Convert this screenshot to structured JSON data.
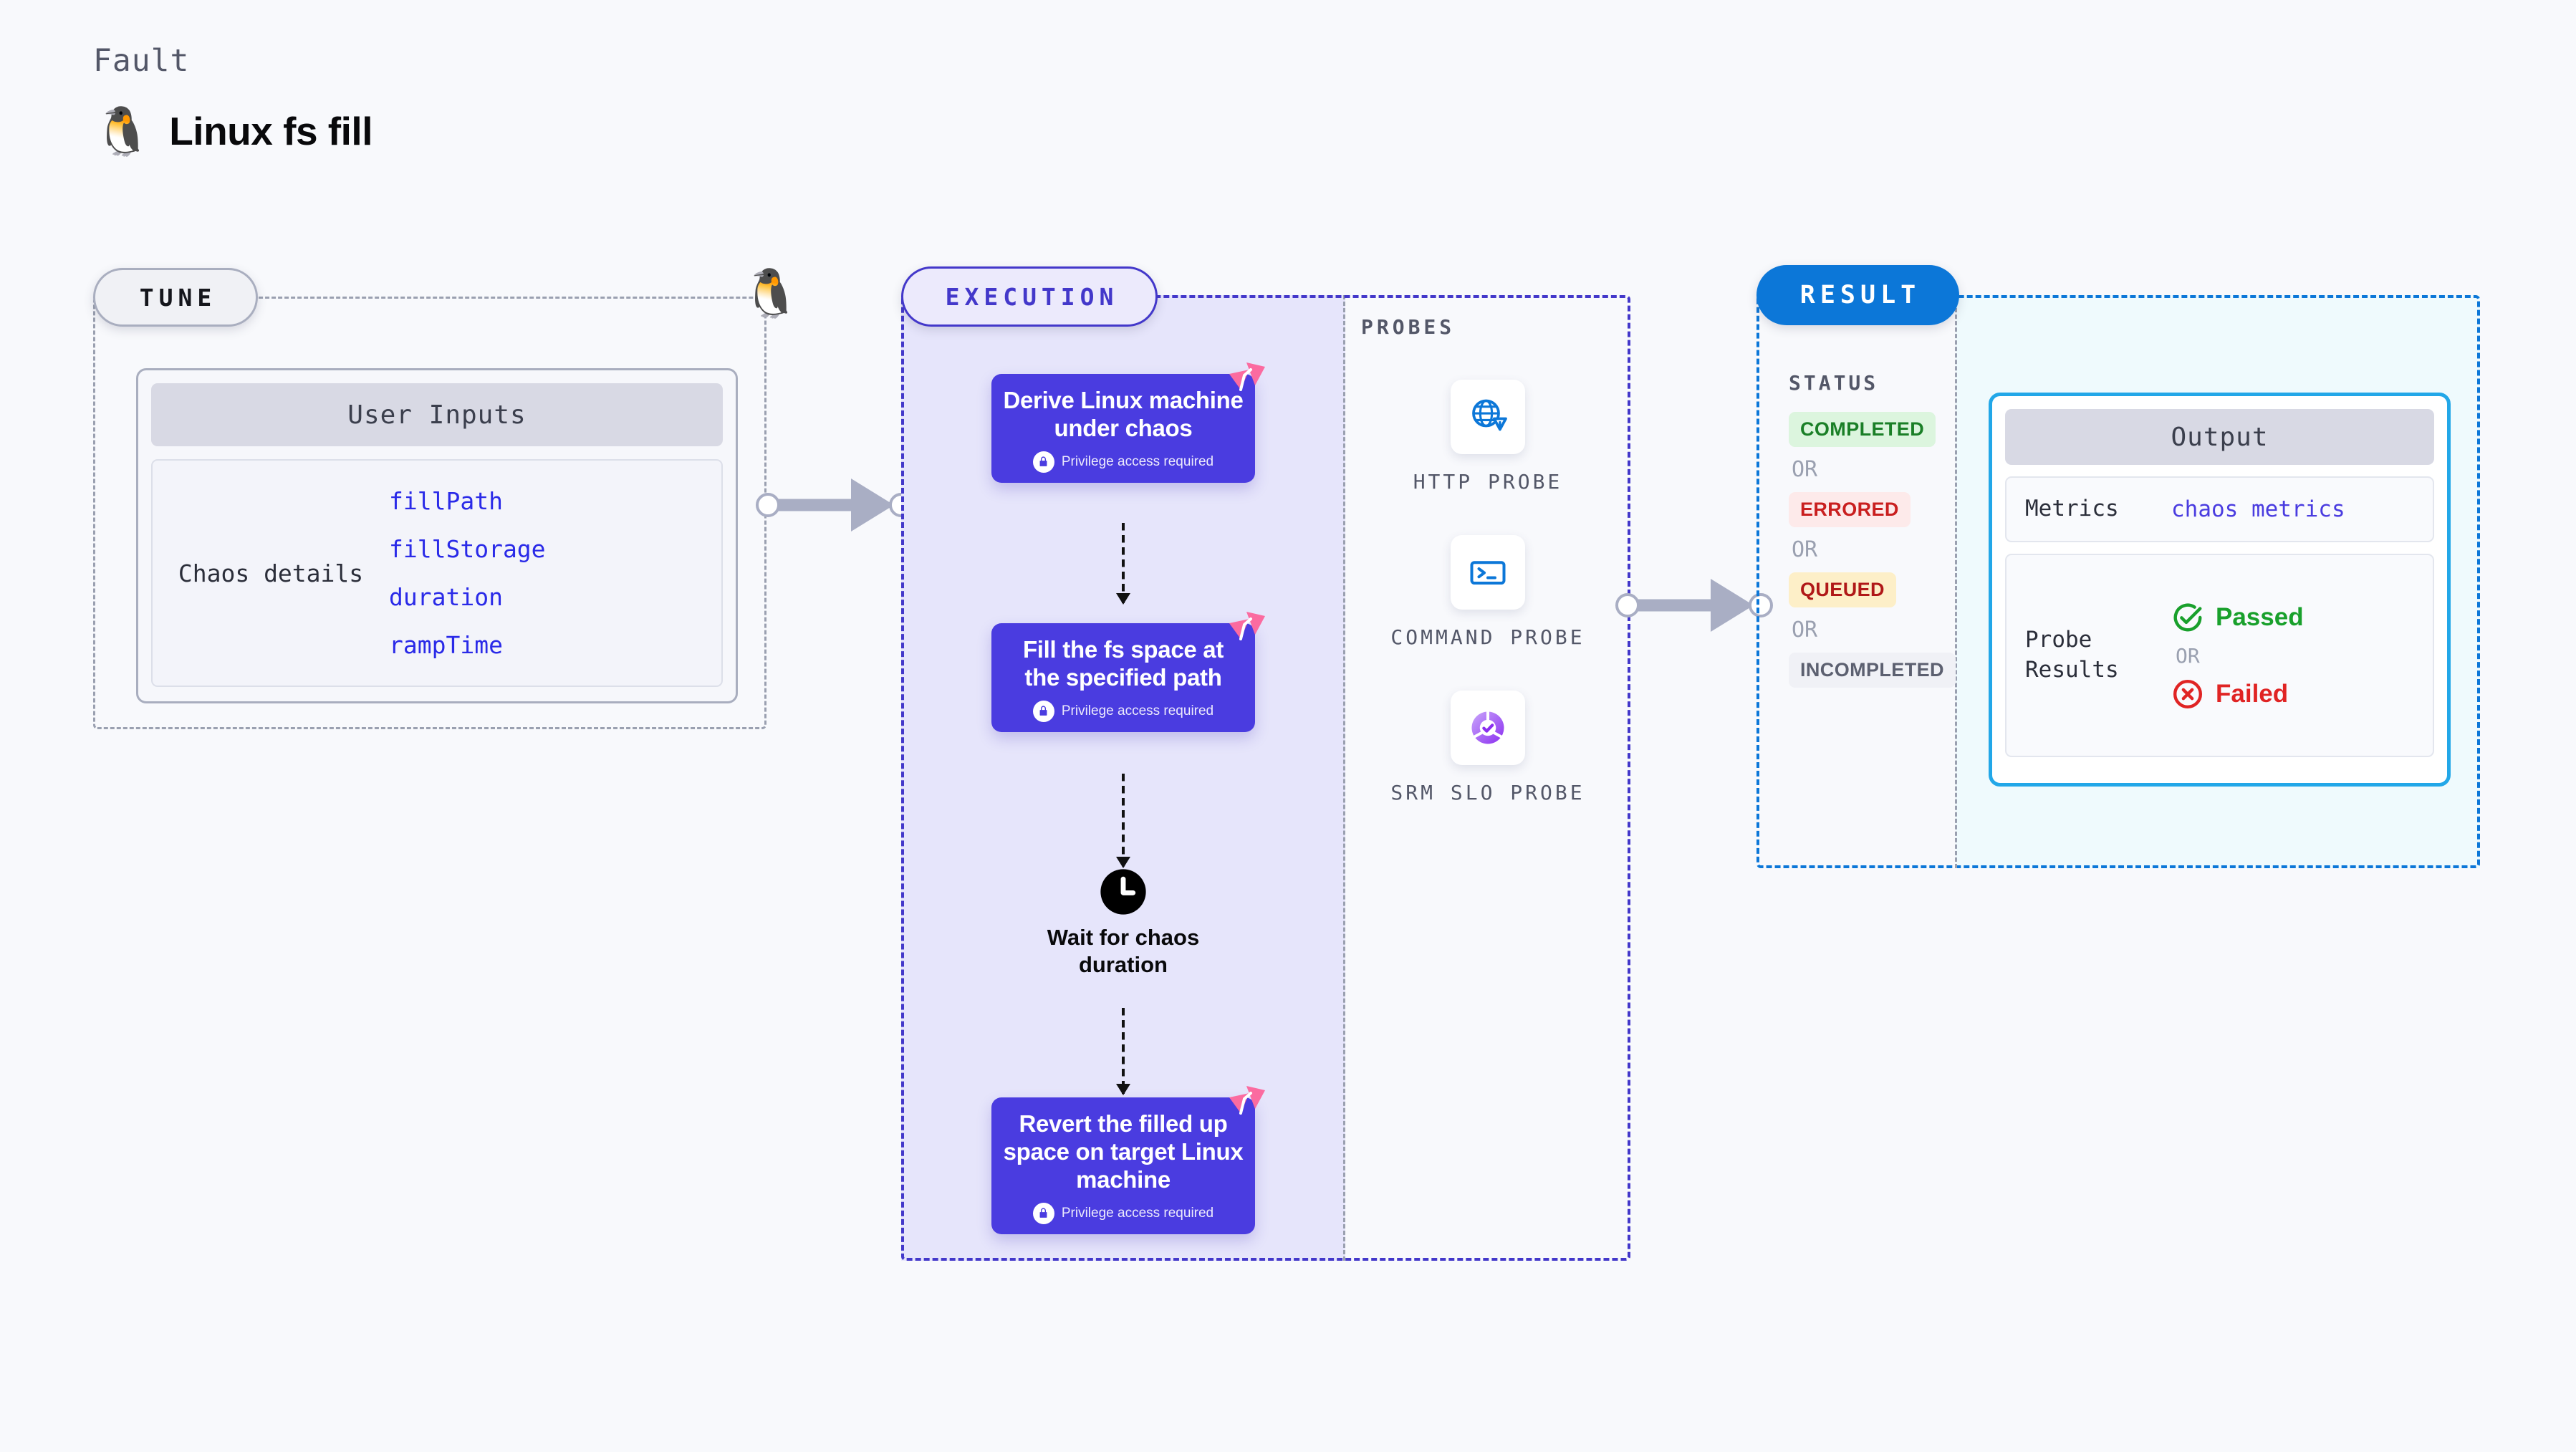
{
  "header": {
    "kicker": "Fault",
    "title": "Linux fs fill",
    "icon": "linux-penguin-icon"
  },
  "tune": {
    "pill_label": "TUNE",
    "badge_icon": "linux-penguin-icon",
    "card_header": "User Inputs",
    "row_label": "Chaos details",
    "params": [
      "fillPath",
      "fillStorage",
      "duration",
      "rampTime"
    ]
  },
  "execution": {
    "pill_label": "EXECUTION",
    "privilege_note": "Privilege access required",
    "steps": [
      {
        "title": "Derive Linux machine under chaos",
        "privileged": true
      },
      {
        "title": "Fill the fs space at the specified path",
        "privileged": true
      },
      {
        "title": "Revert the filled up space on target Linux machine",
        "privileged": true
      }
    ],
    "wait_node": {
      "label": "Wait for chaos duration",
      "icon": "clock-icon"
    }
  },
  "probes": {
    "title": "PROBES",
    "items": [
      {
        "label": "HTTP PROBE",
        "icon": "globe-warning-icon"
      },
      {
        "label": "COMMAND PROBE",
        "icon": "terminal-icon"
      },
      {
        "label": "SRM SLO PROBE",
        "icon": "slo-donut-check-icon"
      }
    ]
  },
  "result": {
    "pill_label": "RESULT",
    "status_title": "STATUS",
    "or_label": "OR",
    "statuses": [
      {
        "label": "COMPLETED",
        "color": "#1a7f27",
        "bg": "#dcf5de"
      },
      {
        "label": "ERRORED",
        "color": "#c91f1f",
        "bg": "#fdeaea"
      },
      {
        "label": "QUEUED",
        "color": "#b01818",
        "bg": "#fdefc8"
      },
      {
        "label": "INCOMPLETED",
        "color": "#5c6070",
        "bg": "#f0f1f6"
      }
    ],
    "output": {
      "header": "Output",
      "metrics_label": "Metrics",
      "metrics_value": "chaos metrics",
      "probe_results_label": "Probe Results",
      "passed_label": "Passed",
      "failed_label": "Failed",
      "or_label": "OR"
    }
  },
  "colors": {
    "background": "#f8f9fc",
    "execution_accent": "#4338ca",
    "execution_card": "#4a3ce0",
    "execution_fill": "#e6e5fb",
    "result_accent": "#0c77d8",
    "output_border": "#22a7e8",
    "output_fill": "#effafd",
    "tune_border": "#9aa0b0",
    "param_text": "#2a2ae8",
    "connector": "#a9aec4",
    "ribbon": "#fb6ba0",
    "passed": "#19a02c",
    "failed": "#e02424"
  }
}
